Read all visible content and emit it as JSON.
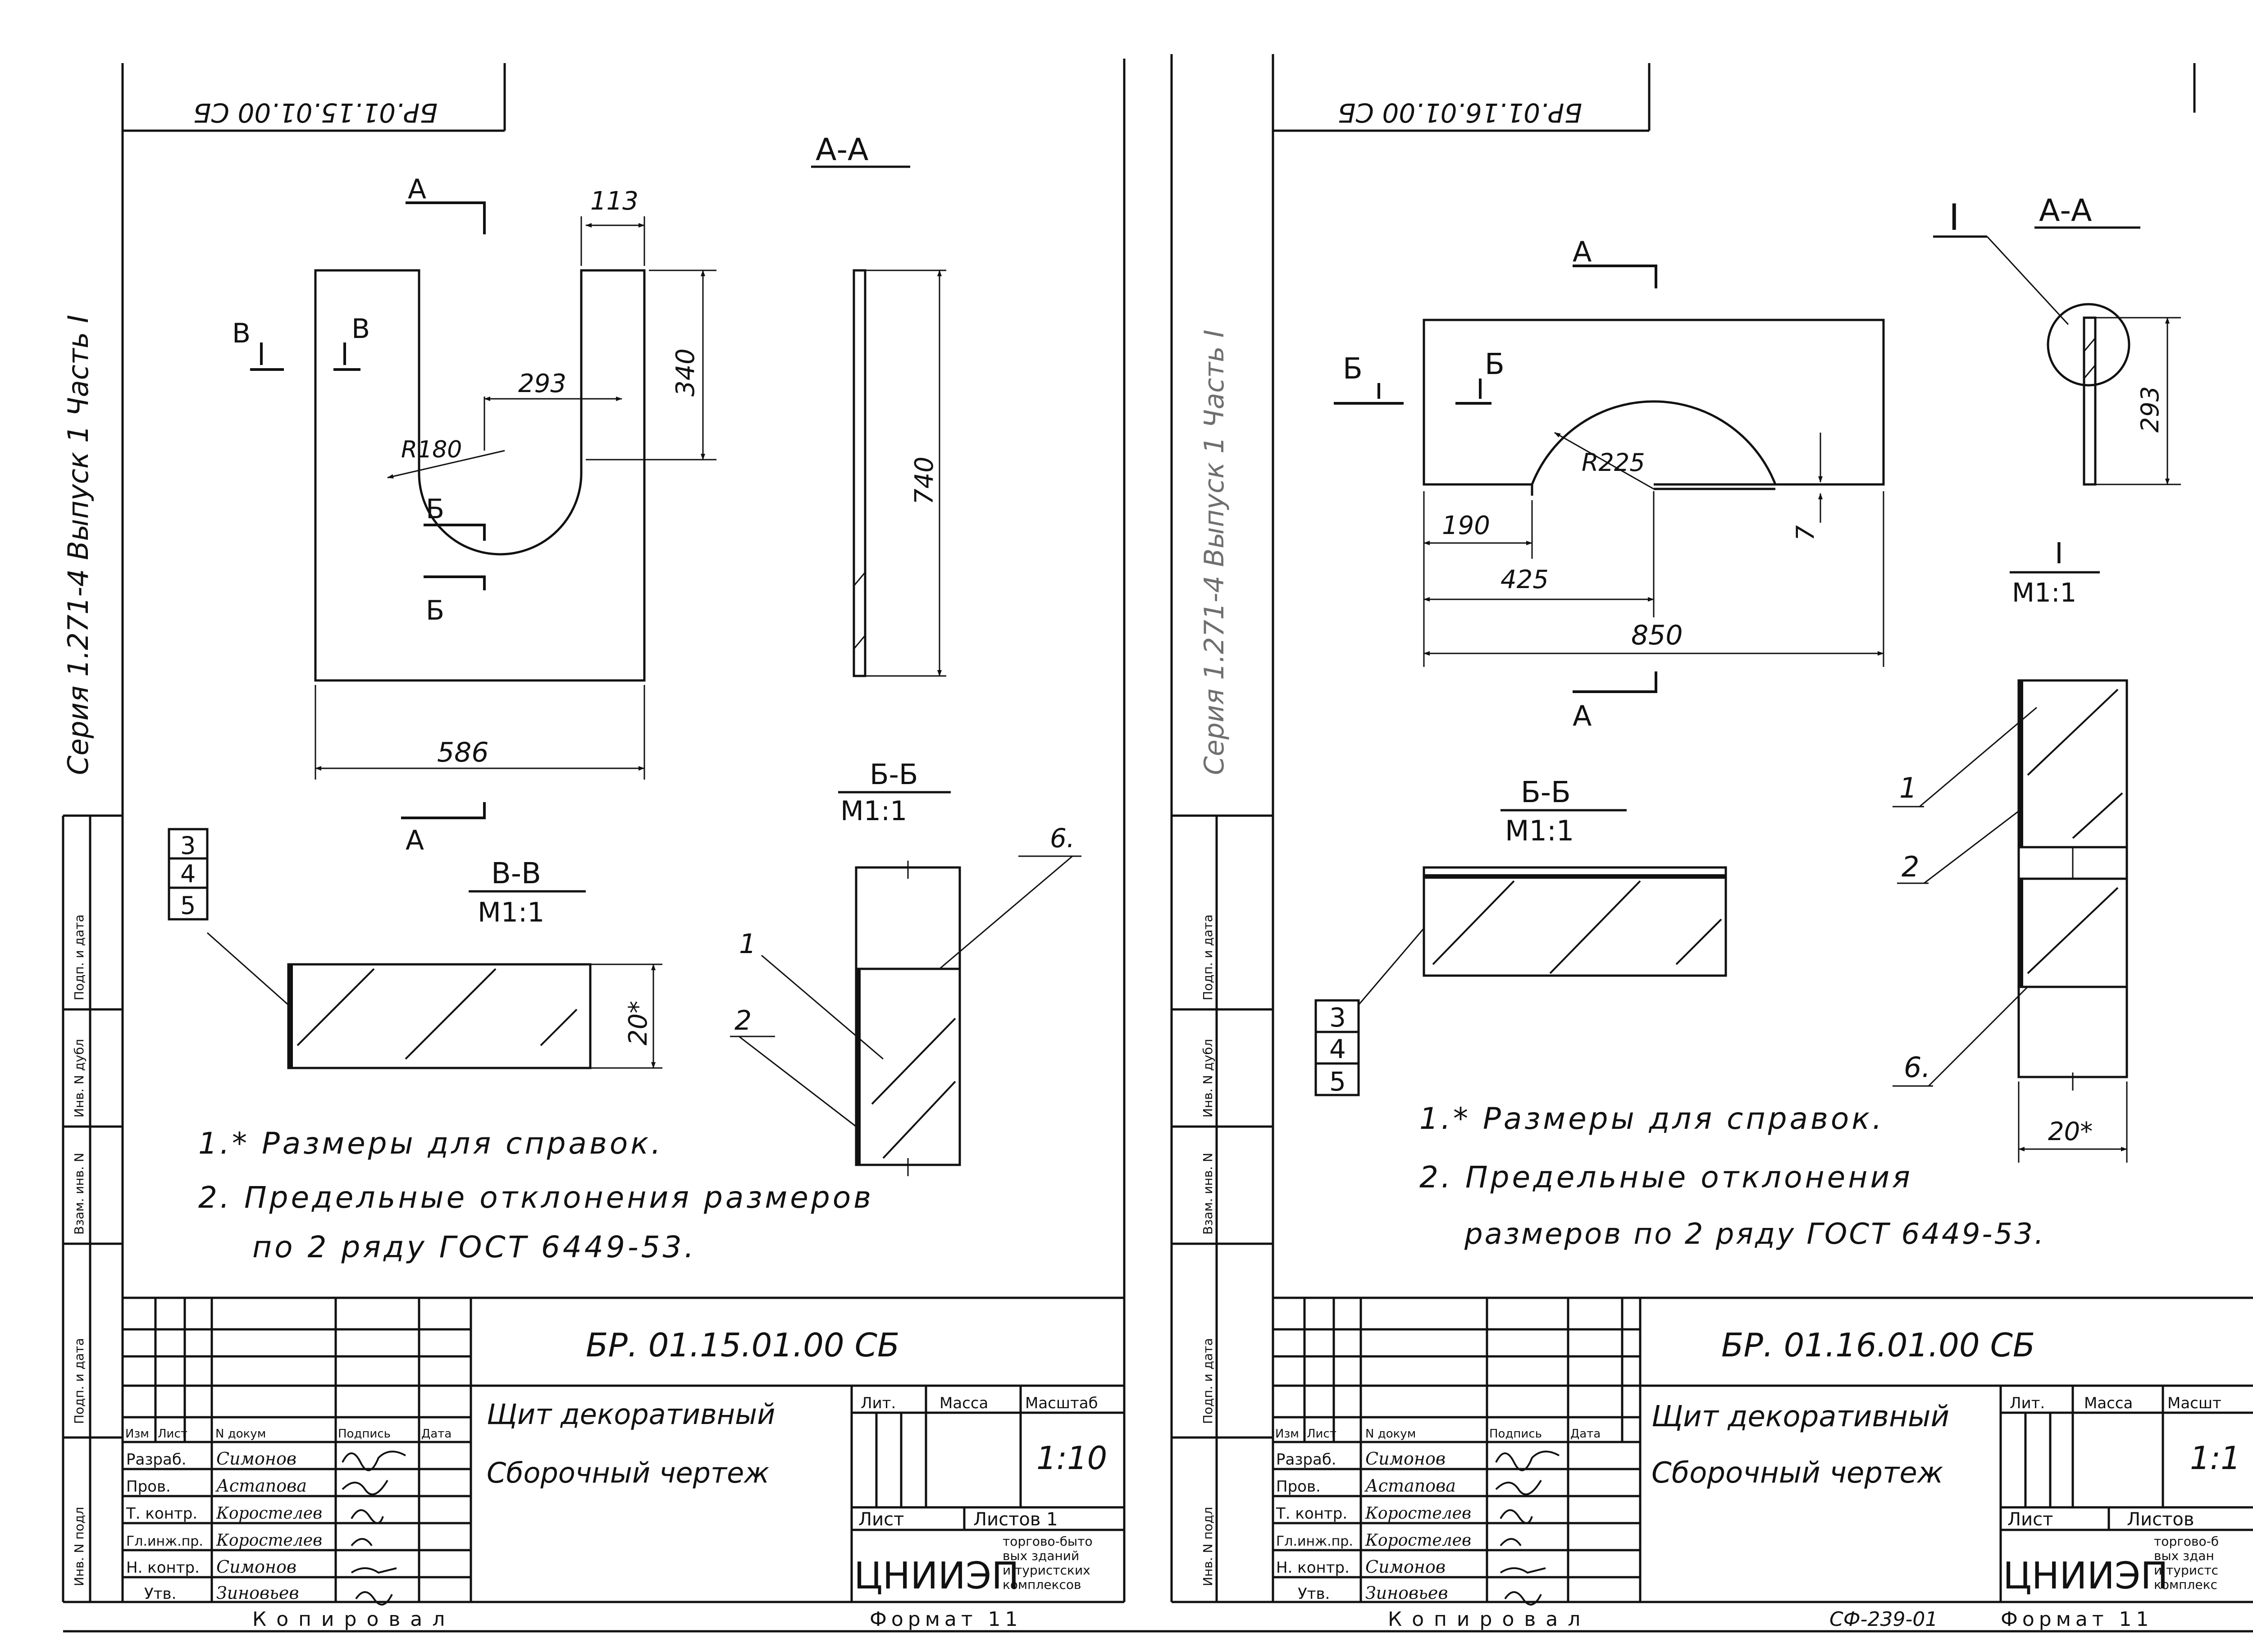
{
  "margin_left": "Серия 1.271-4 Выпуск 1 Часть I",
  "margin_right": "Серия 1.271-4 Выпуск 1 Часть I",
  "side_strip": [
    "Инв. N подл",
    "Подп. и дата",
    "Взам. инв. N",
    "Инв. N дубл",
    "Подп. и дата"
  ],
  "bottom_copied": "Копировал",
  "bottom_format_left": "Формат 11",
  "bottom_format_right": "Формат 11",
  "bottom_code": "СФ-239-01",
  "left_sheet": {
    "stamp_mirrored": "БР.01.15.01.00 СБ",
    "section_aa": "А-А",
    "arrow_a": "А",
    "arrow_v": "В",
    "arrow_b": "Б",
    "dims": {
      "d113": "113",
      "d340": "340",
      "d293": "293",
      "r180": "R180",
      "d740": "740",
      "d586": "586",
      "d20": "20*"
    },
    "section_vv": "В-В",
    "scale_vv": "М1:1",
    "section_bb": "Б-Б",
    "scale_bb": "М1:1",
    "callout_1": "1",
    "callout_2": "2",
    "callout_6": "6.",
    "stack": [
      "3",
      "4",
      "5"
    ],
    "note_1": "1.* Размеры для справок.",
    "note_2a": "2. Предельные отклонения размеров",
    "note_2b": "по 2 ряду ГОСТ 6449-53.",
    "title": {
      "code": "БР. 01.15.01.00 СБ",
      "name_1": "Щит декоративный",
      "name_2": "Сборочный чертеж",
      "h_izm": "Изм",
      "h_list": "Лист",
      "h_doc": "N докум",
      "h_sign": "Подпись",
      "h_date": "Дата",
      "role_1": "Разраб.",
      "role_2": "Пров.",
      "role_3": "Т. контр.",
      "role_4": "Гл.инж.пр.",
      "role_5": "Н. контр.",
      "role_6": "Утв.",
      "name_r1": "Симонов",
      "name_r2": "Астапова",
      "name_r3": "Коростелев",
      "name_r4": "Коростелев",
      "name_r5": "Симонов",
      "name_r6": "Зиновьев",
      "lit": "Лит.",
      "mass": "Масса",
      "scale_h": "Масштаб",
      "scale": "1:10",
      "sheet": "Лист",
      "sheets": "Листов 1",
      "org": "ЦНИИЭП",
      "org_1": "торгово-быто",
      "org_2": "вых зданий",
      "org_3": "и туристских",
      "org_4": "комплексов"
    }
  },
  "right_sheet": {
    "stamp_mirrored": "БР.01.16.01.00 СБ",
    "section_aa": "А-А",
    "arrow_a": "А",
    "arrow_b": "Б",
    "detail": "I",
    "detail_scale": "М1:1",
    "dims": {
      "r225": "R225",
      "d190": "190",
      "d425": "425",
      "d850": "850",
      "d7": "7",
      "d293": "293",
      "d20": "20*"
    },
    "section_bb": "Б-Б",
    "scale_bb": "М1:1",
    "callout_1": "1",
    "callout_2": "2",
    "callout_6": "6.",
    "stack": [
      "3",
      "4",
      "5"
    ],
    "note_1": "1.* Размеры для справок.",
    "note_2a": "2. Предельные отклонения",
    "note_2b": "размеров по 2 ряду ГОСТ 6449-53.",
    "title": {
      "code": "БР. 01.16.01.00 СБ",
      "name_1": "Щит декоративный",
      "name_2": "Сборочный чертеж",
      "h_izm": "Изм",
      "h_list": "Лист",
      "h_doc": "N докум",
      "h_sign": "Подпись",
      "h_date": "Дата",
      "role_1": "Разраб.",
      "role_2": "Пров.",
      "role_3": "Т. контр.",
      "role_4": "Гл.инж.пр.",
      "role_5": "Н. контр.",
      "role_6": "Утв.",
      "name_r1": "Симонов",
      "name_r2": "Астапова",
      "name_r3": "Коростелев",
      "name_r4": "Коростелев",
      "name_r5": "Симонов",
      "name_r6": "Зиновьев",
      "lit": "Лит.",
      "mass": "Масса",
      "scale_h": "Масшт",
      "scale": "1:1",
      "sheet": "Лист",
      "sheets": "Листов",
      "org": "ЦНИИЭП",
      "org_1": "торгово-б",
      "org_2": "вых здан",
      "org_3": "и туристс",
      "org_4": "комплекс"
    }
  }
}
